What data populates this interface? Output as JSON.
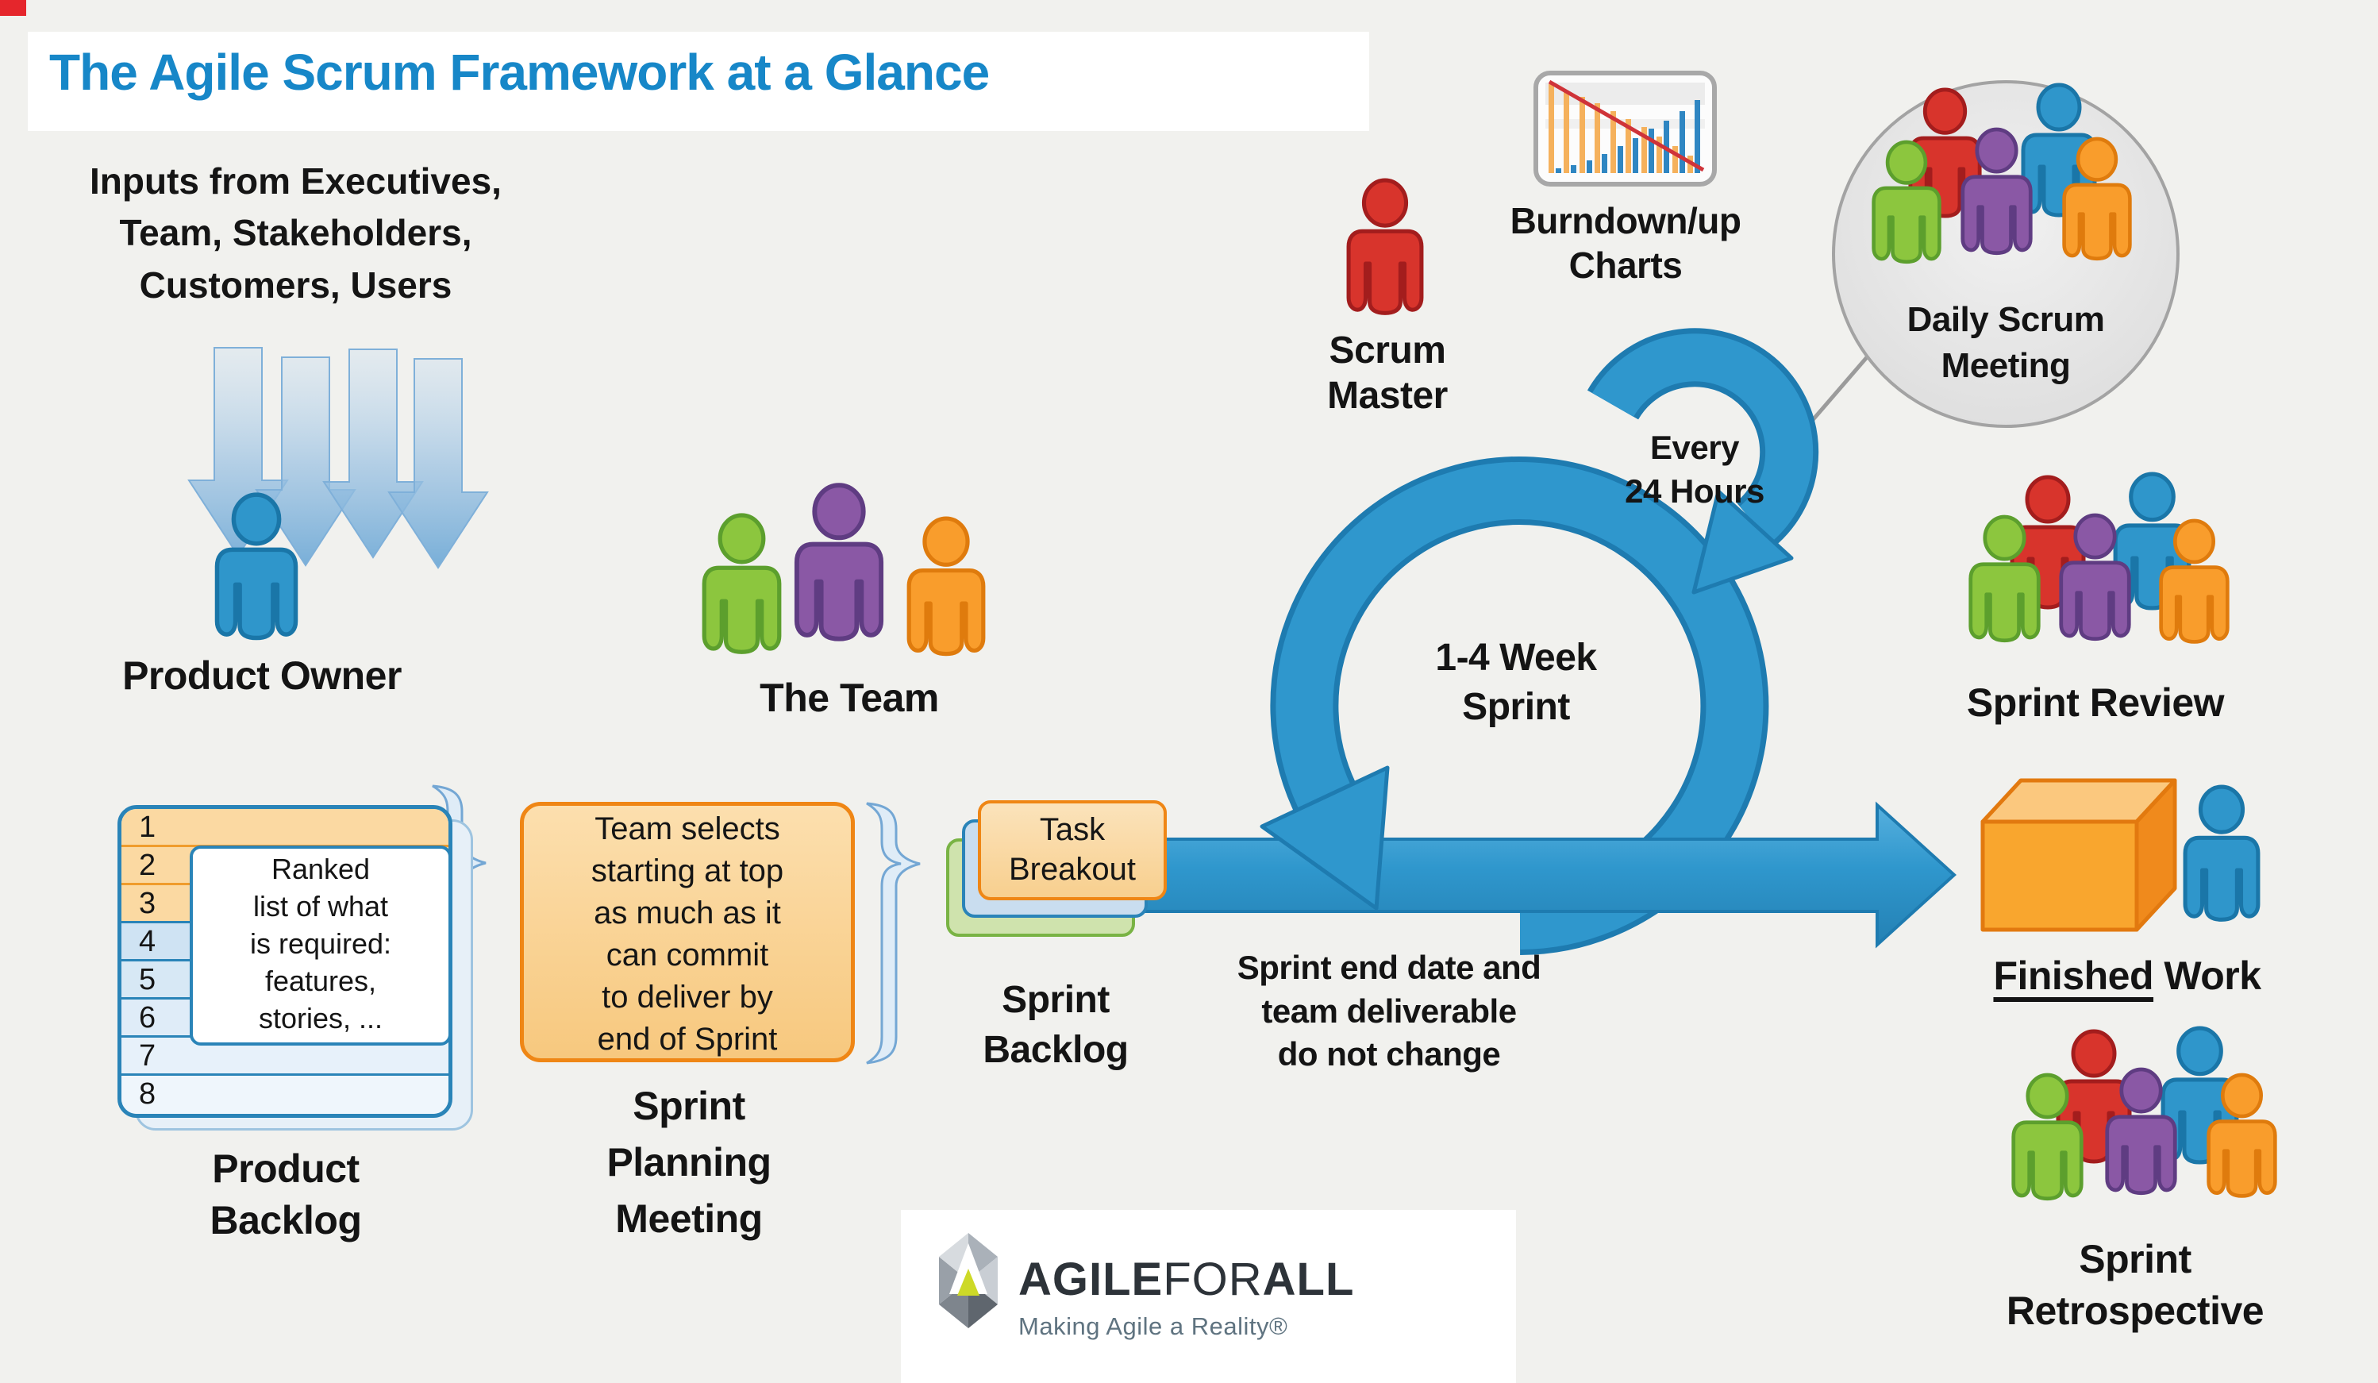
{
  "title": "The Agile Scrum Framework at a Glance",
  "inputs": {
    "lines": [
      "Inputs from Executives,",
      "Team, Stakeholders,",
      "Customers, Users"
    ]
  },
  "roles": {
    "product_owner": {
      "label": "Product Owner"
    },
    "team": {
      "label": "The Team"
    },
    "scrum_master": {
      "lines": [
        "Scrum",
        "Master"
      ]
    }
  },
  "product_backlog": {
    "rows": [
      "1",
      "2",
      "3",
      "4",
      "5",
      "6",
      "7",
      "8"
    ],
    "note_lines": [
      "Ranked",
      "list of what",
      "is required:",
      "features,",
      "stories, ..."
    ],
    "label_lines": [
      "Product",
      "Backlog"
    ]
  },
  "sprint_planning": {
    "box_lines": [
      "Team selects",
      "starting at top",
      "as much as it",
      "can commit",
      "to deliver by",
      "end of Sprint"
    ],
    "label_lines": [
      "Sprint",
      "Planning",
      "Meeting"
    ]
  },
  "sprint_backlog": {
    "card_lines": [
      "Task",
      "Breakout"
    ],
    "label_lines": [
      "Sprint",
      "Backlog"
    ]
  },
  "sprint": {
    "loop_lines": [
      "1-4 Week",
      "Sprint"
    ],
    "daily_lines": [
      "Every",
      "24 Hours"
    ],
    "note_lines": [
      "Sprint end date and",
      "team deliverable",
      "do not change"
    ]
  },
  "burndown": {
    "label_lines": [
      "Burndown/up",
      "Charts"
    ]
  },
  "daily_scrum": {
    "label_lines": [
      "Daily Scrum",
      "Meeting"
    ]
  },
  "sprint_review": {
    "label": "Sprint Review"
  },
  "finished_work": {
    "word_underlined": "Finished",
    "word_rest": " Work"
  },
  "sprint_retrospective": {
    "label_lines": [
      "Sprint",
      "Retrospective"
    ]
  },
  "logo": {
    "brand": [
      "AGILE",
      "FOR",
      "ALL"
    ],
    "tagline": "Making Agile a Reality®"
  },
  "colors": {
    "accent_blue": "#1787c8",
    "arrow_blue": "#2f97cd",
    "arrow_edge": "#1e7bb0",
    "orange": "#ef8615",
    "backlog_border": "#2a84b8"
  }
}
